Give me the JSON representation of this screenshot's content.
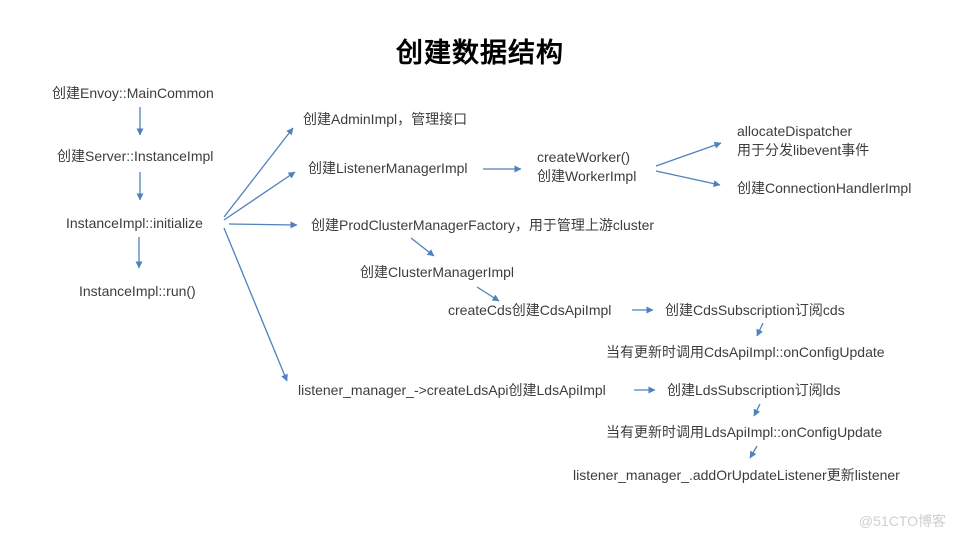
{
  "title": "创建数据结构",
  "watermark": "@51CTO博客",
  "colors": {
    "arrow": "#4f81bd",
    "text": "#3d3d3d",
    "title": "#000000",
    "watermark": "#cfcfcf"
  },
  "nodes": {
    "create_main_common": "创建Envoy::MainCommon",
    "create_server_instance": "创建Server::InstanceImpl",
    "instance_initialize": "InstanceImpl::initialize",
    "instance_run": "InstanceImpl::run()",
    "create_admin": "创建AdminImpl，管理接口",
    "create_listener_manager": "创建ListenerManagerImpl",
    "create_worker_line1": "createWorker()",
    "create_worker_line2": "创建WorkerImpl",
    "allocate_dispatcher_line1": "allocateDispatcher",
    "allocate_dispatcher_line2": "用于分发libevent事件",
    "create_connection_handler": "创建ConnectionHandlerImpl",
    "create_prod_cluster_factory": "创建ProdClusterManagerFactory，用于管理上游cluster",
    "create_cluster_manager": "创建ClusterManagerImpl",
    "create_cds_api": "createCds创建CdsApiImpl",
    "cds_subscription": "创建CdsSubscription订阅cds",
    "cds_on_config_update": "当有更新时调用CdsApiImpl::onConfigUpdate",
    "create_lds_api": "listener_manager_->createLdsApi创建LdsApiImpl",
    "lds_subscription": "创建LdsSubscription订阅lds",
    "lds_on_config_update": "当有更新时调用LdsApiImpl::onConfigUpdate",
    "add_or_update_listener": "listener_manager_.addOrUpdateListener更新listener"
  }
}
